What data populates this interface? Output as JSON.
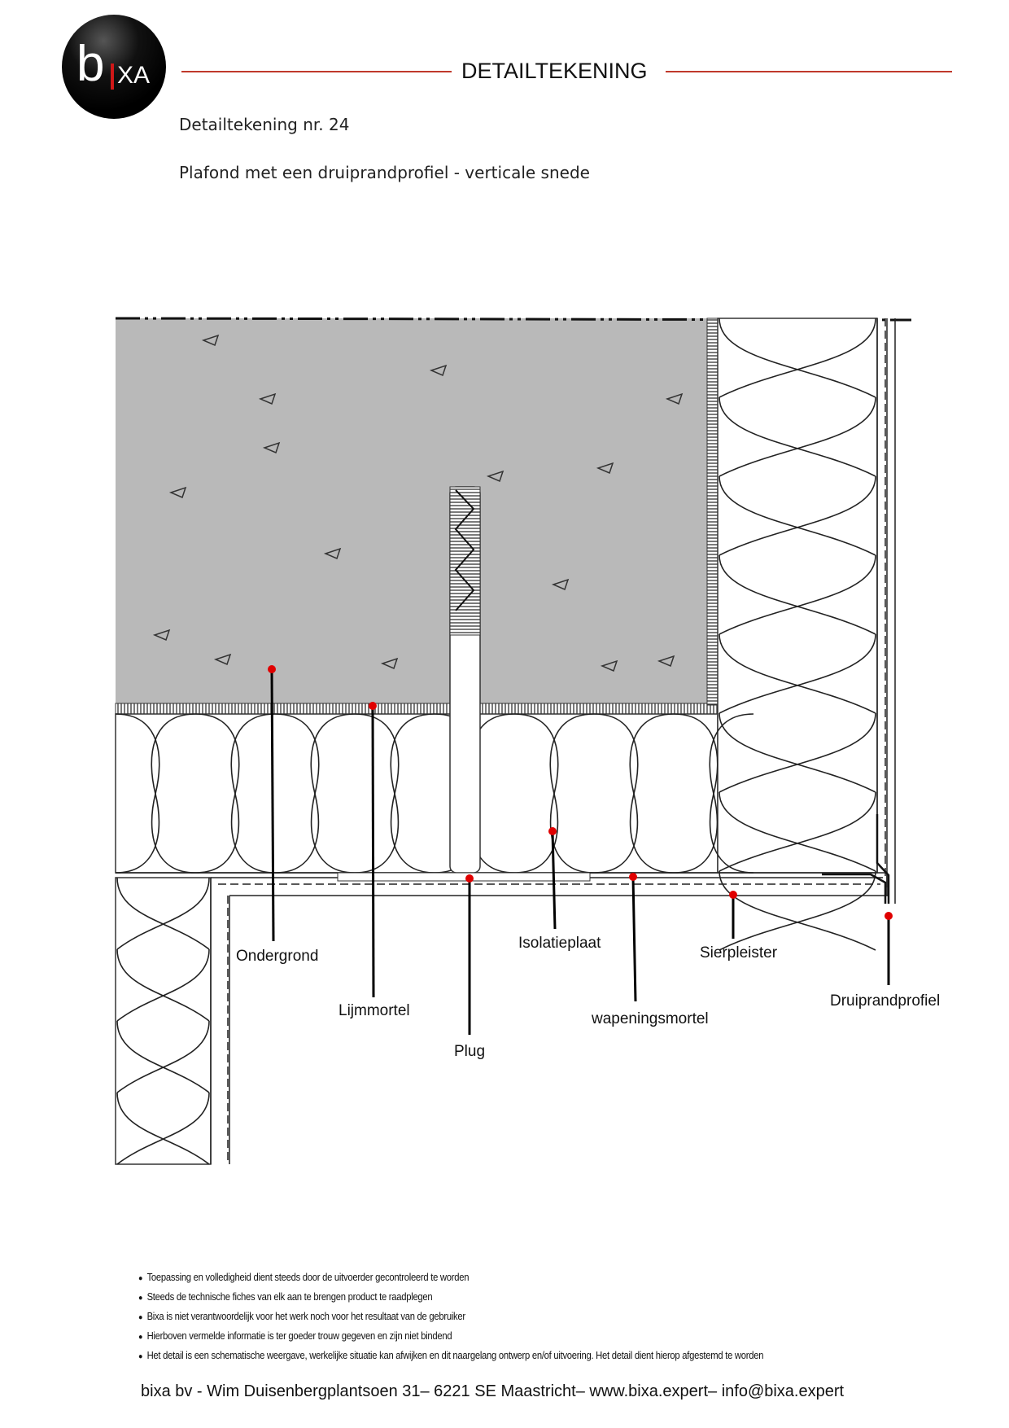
{
  "header": {
    "logo_text": "bixa",
    "title": "DETAILTEKENING",
    "drawing_number": "Detailtekening nr. 24",
    "description": "Plafond met een druiprandprofiel -  verticale snede",
    "accent_color": "#c0392b"
  },
  "drawing": {
    "labels": {
      "ondergrond": "Ondergrond",
      "lijmmortel": "Lijmmortel",
      "plug": "Plug",
      "isolatieplaat": "Isolatieplaat",
      "wapeningsmortel": "wapeningsmortel",
      "sierpleister": "Sierpleister",
      "druiprandprofiel": "Druiprandprofiel"
    },
    "marker_color": "#e00000",
    "concrete_color": "#b9b9b9"
  },
  "notes": [
    "Toepassing en volledigheid dient steeds door de uitvoerder gecontroleerd te worden",
    "Steeds de technische fiches van elk  aan te brengen product te raadplegen",
    "Bixa is niet verantwoordelijk voor  het werk noch voor het resultaat van de gebruiker",
    "Hierboven  vermelde informatie is ter goeder trouw gegeven  en zijn niet bindend",
    "Het detail is een schematische weergave, werkelijke situatie kan afwijken en dit naargelang ontwerp en/of uitvoering. Het detail dient hierop afgestemd te worden"
  ],
  "footer": {
    "address": "bixa bv - Wim Duisenbergplantsoen 31– 6221 SE Maastricht– www.bixa.expert– info@bixa.expert"
  }
}
